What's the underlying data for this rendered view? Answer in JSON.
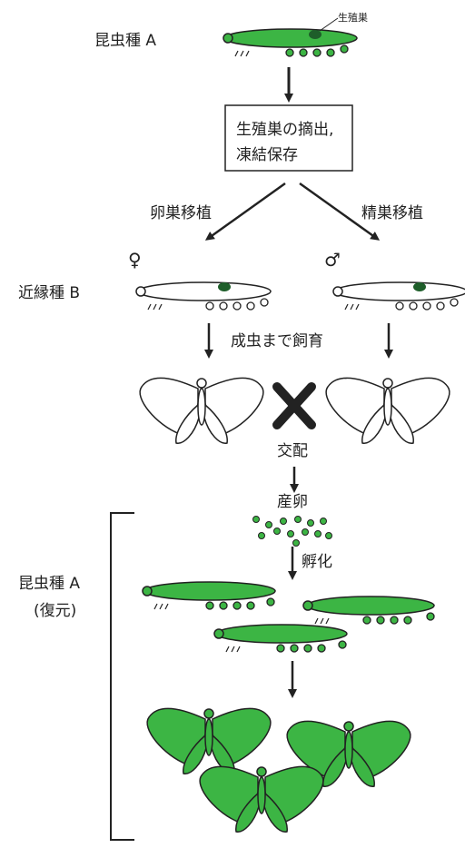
{
  "labels": {
    "species_a": "昆虫種 A",
    "gonad_label": "生殖巣",
    "box_line1": "生殖巣の摘出,",
    "box_line2": "凍結保存",
    "ovary_transplant": "卵巣移植",
    "testis_transplant": "精巣移植",
    "female_symbol": "♀",
    "male_symbol": "♂",
    "relative_species_b": "近縁種 B",
    "rear_to_adult": "成虫まで飼育",
    "mating": "交配",
    "oviposition": "産卵",
    "hatching": "孵化",
    "restored_species_line1": "昆虫種 A",
    "restored_species_line2": "(復元)"
  },
  "colors": {
    "green": "#3cb544",
    "dark_green": "#1e5e2a",
    "outline": "#222222",
    "white": "#ffffff"
  }
}
